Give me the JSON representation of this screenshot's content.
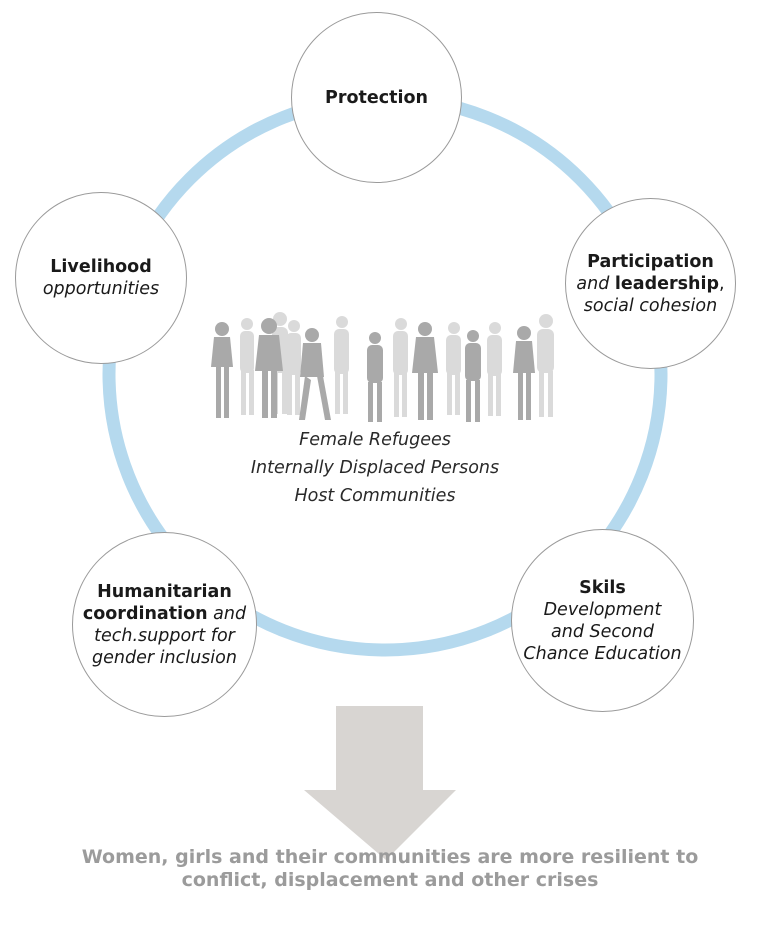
{
  "colors": {
    "ring": "#b5d9ee",
    "node_border": "#9a9a9a",
    "arrow": "#d8d5d2",
    "silhouette_dark": "#a7a7a7",
    "silhouette_light": "#d9d9d9",
    "outcome_text": "#9b9b9b"
  },
  "nodes": {
    "protection": {
      "bold": "Protection"
    },
    "participation": {
      "bold1": "Participation",
      "italic1": "and",
      "bold2": "leadership",
      "tail": ",",
      "italic2": "social cohesion"
    },
    "skills": {
      "bold": "Skils",
      "italic1": "Development",
      "italic2": "and Second",
      "italic3": "Chance Education"
    },
    "humanitarian": {
      "bold1": "Humanitarian",
      "bold2": "coordination",
      "italic1": "and",
      "italic2": "tech.support for",
      "italic3": "gender inclusion"
    },
    "livelihood": {
      "bold": "Livelihood",
      "italic": "opportunities"
    }
  },
  "center": {
    "line1": "Female Refugees",
    "line2": "Internally Displaced Persons",
    "line3": "Host Communities"
  },
  "outcome": {
    "line1": "Women, girls and their communities are more resilient to",
    "line2": "conflict, displacement and other crises"
  },
  "icons": {
    "people_group": "people-silhouettes-icon",
    "arrow": "down-arrow-icon"
  }
}
